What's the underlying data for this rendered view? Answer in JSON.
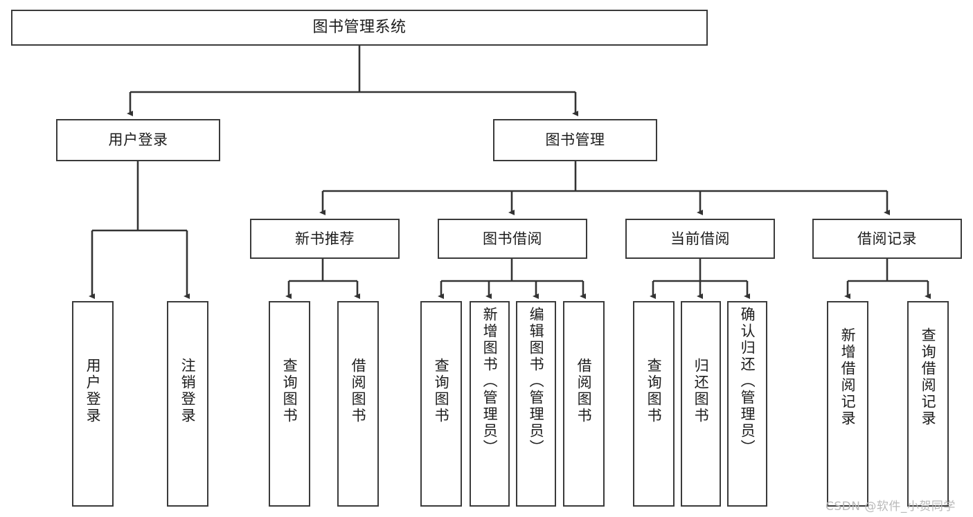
{
  "diagram": {
    "type": "tree-hierarchy",
    "title": "图书管理系统",
    "root": {
      "id": "root",
      "label": "图书管理系统"
    },
    "level1": [
      {
        "id": "user-login",
        "label": "用户登录"
      },
      {
        "id": "book-manage",
        "label": "图书管理"
      }
    ],
    "level2": [
      {
        "id": "new-book-recommend",
        "label": "新书推荐",
        "parent": "book-manage"
      },
      {
        "id": "book-borrow",
        "label": "图书借阅",
        "parent": "book-manage"
      },
      {
        "id": "current-borrow",
        "label": "当前借阅",
        "parent": "book-manage"
      },
      {
        "id": "borrow-record",
        "label": "借阅记录",
        "parent": "book-manage"
      }
    ],
    "leaves": [
      {
        "id": "leaf-user-login",
        "label": "用户登录",
        "parent": "user-login"
      },
      {
        "id": "leaf-logout-login",
        "label": "注销登录",
        "parent": "user-login"
      },
      {
        "id": "leaf-query-book-1",
        "label": "查询图书",
        "parent": "new-book-recommend"
      },
      {
        "id": "leaf-borrow-book-1",
        "label": "借阅图书",
        "parent": "new-book-recommend"
      },
      {
        "id": "leaf-query-book-2",
        "label": "查询图书",
        "parent": "book-borrow"
      },
      {
        "id": "leaf-add-book",
        "label": "新增图书（管理员）",
        "parent": "book-borrow"
      },
      {
        "id": "leaf-edit-book",
        "label": "编辑图书（管理员）",
        "parent": "book-borrow"
      },
      {
        "id": "leaf-borrow-book-2",
        "label": "借阅图书",
        "parent": "book-borrow"
      },
      {
        "id": "leaf-query-book-3",
        "label": "查询图书",
        "parent": "current-borrow"
      },
      {
        "id": "leaf-return-book",
        "label": "归还图书",
        "parent": "current-borrow"
      },
      {
        "id": "leaf-confirm-return",
        "label": "确认归还（管理员）",
        "parent": "current-borrow"
      },
      {
        "id": "leaf-add-record",
        "label": "新增借阅记录",
        "parent": "borrow-record"
      },
      {
        "id": "leaf-query-record",
        "label": "查询借阅记录",
        "parent": "borrow-record"
      }
    ],
    "colors": {
      "border": "#3a3a3a",
      "fill": "#ffffff",
      "text": "#1c1c1c",
      "connector": "#333333",
      "watermark": "#b9b9b9"
    }
  },
  "watermark": {
    "text": "CSDN @软件_小贺同学"
  }
}
